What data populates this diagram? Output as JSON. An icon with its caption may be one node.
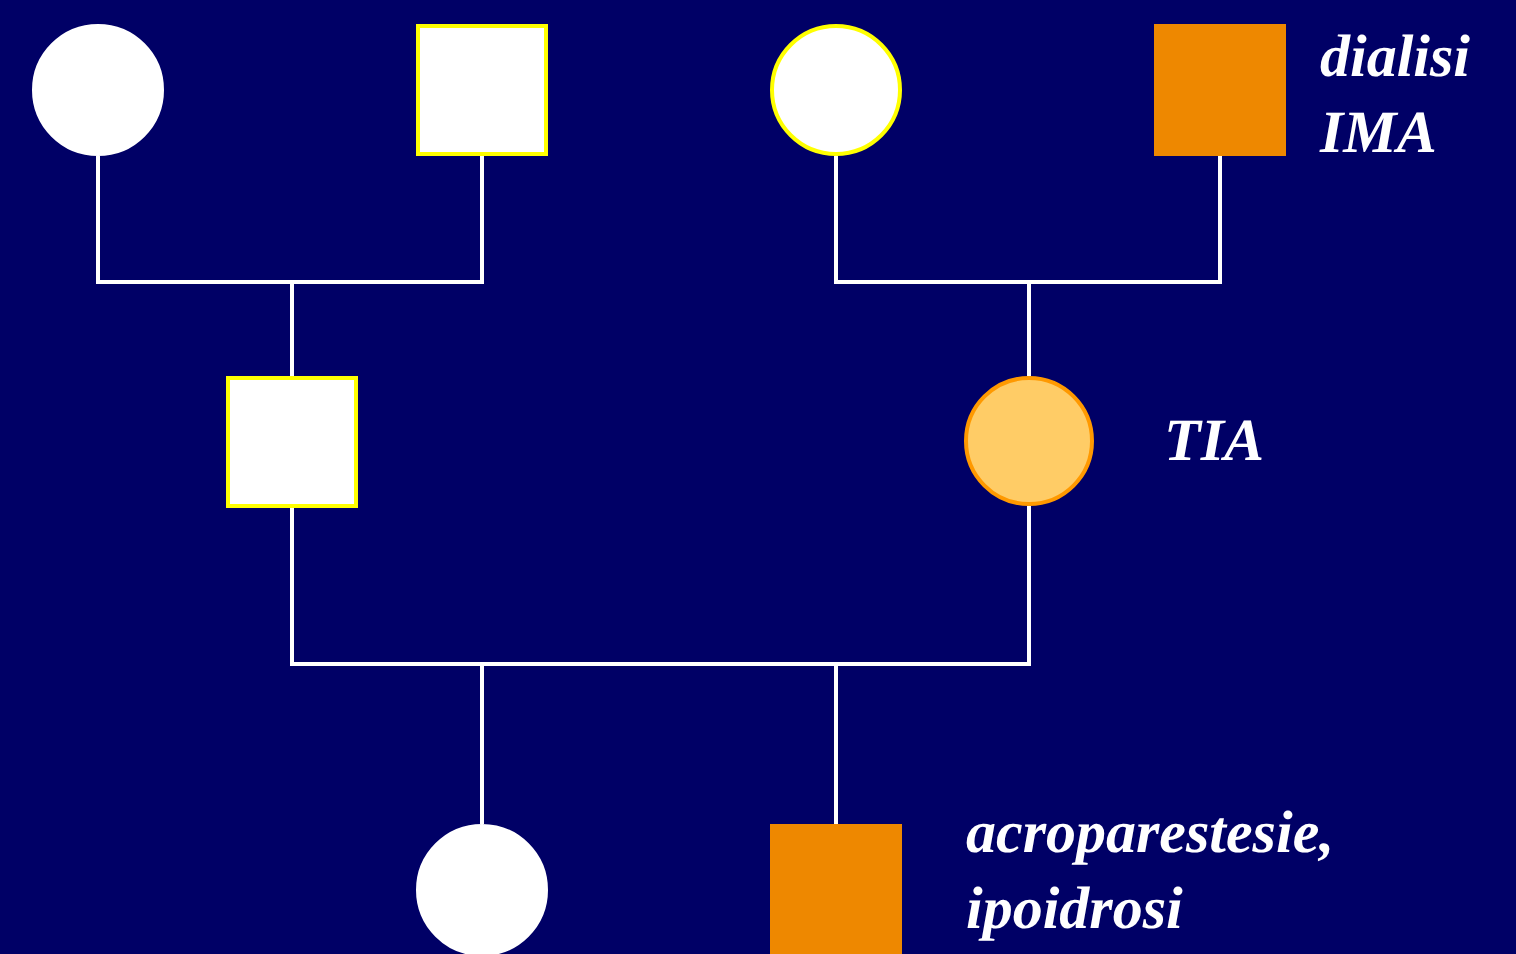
{
  "diagram": {
    "nodes": [
      {
        "text": [],
        "shape": "circle"
      },
      {
        "text": [],
        "shape": "box"
      },
      {
        "text": [],
        "shape": "circle"
      },
      {
        "text": [],
        "shape": "box",
        "beside": [
          "dialisi IMA"
        ]
      },
      {
        "text": [],
        "shape": "box"
      },
      {
        "text": [],
        "shape": "circle",
        "beside": [
          "TIA"
        ]
      },
      {
        "text": [],
        "shape": "circle"
      },
      {
        "text": [],
        "shape": "box",
        "beside": [
          "acroparestesie, ipoidrosi"
        ]
      }
    ],
    "edges": [
      {
        "from": 0,
        "to": 4,
        "arrow": "none"
      },
      {
        "from": 1,
        "to": 4,
        "arrow": "none"
      },
      {
        "from": 2,
        "to": 5,
        "arrow": "none"
      },
      {
        "from": 3,
        "to": 5,
        "arrow": "none"
      },
      {
        "from": 4,
        "to": 6,
        "arrow": "none"
      },
      {
        "from": 4,
        "to": 7,
        "arrow": "none"
      },
      {
        "from": 5,
        "to": 6,
        "arrow": "none"
      },
      {
        "from": 5,
        "to": 7,
        "arrow": "none"
      }
    ]
  }
}
